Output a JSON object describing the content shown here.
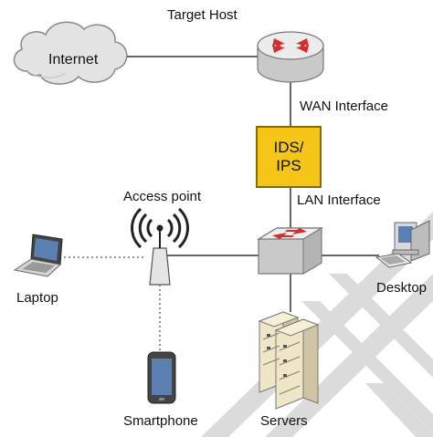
{
  "labels": {
    "target_host": "Target Host",
    "internet": "Internet",
    "wan_interface": "WAN Interface",
    "ids_line1": "IDS/",
    "ids_line2": "IPS",
    "lan_interface": "LAN Interface",
    "access_point": "Access point",
    "laptop": "Laptop",
    "desktop": "Desktop",
    "smartphone": "Smartphone",
    "servers": "Servers"
  },
  "colors": {
    "ids_fill": "#f5c518",
    "ids_border": "#8a6a00",
    "cloud_fill": "#e6e6e6",
    "router_fill": "#dcdcdc",
    "arrow_red": "#d32f2f",
    "line": "#333333",
    "watermark": "#c8c8c8"
  },
  "icons": [
    "cloud-icon",
    "router-icon",
    "switch-icon",
    "access-point-icon",
    "laptop-icon",
    "desktop-icon",
    "smartphone-icon",
    "server-rack-icon"
  ]
}
